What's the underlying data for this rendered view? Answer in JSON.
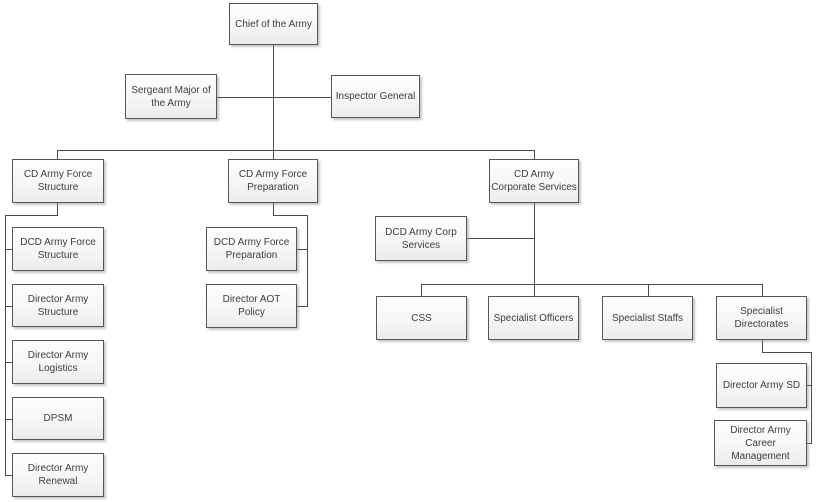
{
  "diagram": {
    "type": "org-chart",
    "background_color": "#ffffff",
    "connector_color": "#4a4a4a",
    "node_border_color": "#565656",
    "node_fill_top": "#fefefe",
    "node_fill_bottom": "#ececec",
    "node_text_color": "#3d3d3d"
  },
  "nodes": {
    "chief": {
      "label": "Chief of the Army"
    },
    "sergeant_major": {
      "label": "Sergeant Major of the Army"
    },
    "inspector_general": {
      "label": "Inspector General"
    },
    "cd_army_force_structure": {
      "label": "CD Army Force Structure"
    },
    "cd_army_force_preparation": {
      "label": "CD Army Force Preparation"
    },
    "cd_army_corporate_services": {
      "label": "CD Army Corporate Services"
    },
    "dcd_army_force_structure": {
      "label": "DCD Army Force Structure"
    },
    "director_army_structure": {
      "label": "Director Army Structure"
    },
    "director_army_logistics": {
      "label": "Director Army Logistics"
    },
    "dpsm": {
      "label": "DPSM"
    },
    "director_army_renewal": {
      "label": "Director Army Renewal"
    },
    "dcd_army_force_preparation": {
      "label": "DCD Army Force Preparation"
    },
    "director_aot_policy": {
      "label": "Director AOT Policy"
    },
    "dcd_army_corp_services": {
      "label": "DCD Army Corp Services"
    },
    "css": {
      "label": "CSS"
    },
    "specialist_officers": {
      "label": "Specialist Officers"
    },
    "specialist_staffs": {
      "label": "Specialist Staffs"
    },
    "specialist_directorates": {
      "label": "Specialist Directorates"
    },
    "director_army_sd": {
      "label": "Director Army SD"
    },
    "director_army_career_management": {
      "label": "Director Army Career Management"
    }
  },
  "edges": [
    {
      "from": "chief",
      "to": "sergeant_major"
    },
    {
      "from": "chief",
      "to": "inspector_general"
    },
    {
      "from": "chief",
      "to": "cd_army_force_structure"
    },
    {
      "from": "chief",
      "to": "cd_army_force_preparation"
    },
    {
      "from": "chief",
      "to": "cd_army_corporate_services"
    },
    {
      "from": "cd_army_force_structure",
      "to": "dcd_army_force_structure"
    },
    {
      "from": "cd_army_force_structure",
      "to": "director_army_structure"
    },
    {
      "from": "cd_army_force_structure",
      "to": "director_army_logistics"
    },
    {
      "from": "cd_army_force_structure",
      "to": "dpsm"
    },
    {
      "from": "cd_army_force_structure",
      "to": "director_army_renewal"
    },
    {
      "from": "cd_army_force_preparation",
      "to": "dcd_army_force_preparation"
    },
    {
      "from": "cd_army_force_preparation",
      "to": "director_aot_policy"
    },
    {
      "from": "cd_army_corporate_services",
      "to": "dcd_army_corp_services"
    },
    {
      "from": "cd_army_corporate_services",
      "to": "css"
    },
    {
      "from": "cd_army_corporate_services",
      "to": "specialist_officers"
    },
    {
      "from": "cd_army_corporate_services",
      "to": "specialist_staffs"
    },
    {
      "from": "cd_army_corporate_services",
      "to": "specialist_directorates"
    },
    {
      "from": "specialist_directorates",
      "to": "director_army_sd"
    },
    {
      "from": "specialist_directorates",
      "to": "director_army_career_management"
    }
  ]
}
